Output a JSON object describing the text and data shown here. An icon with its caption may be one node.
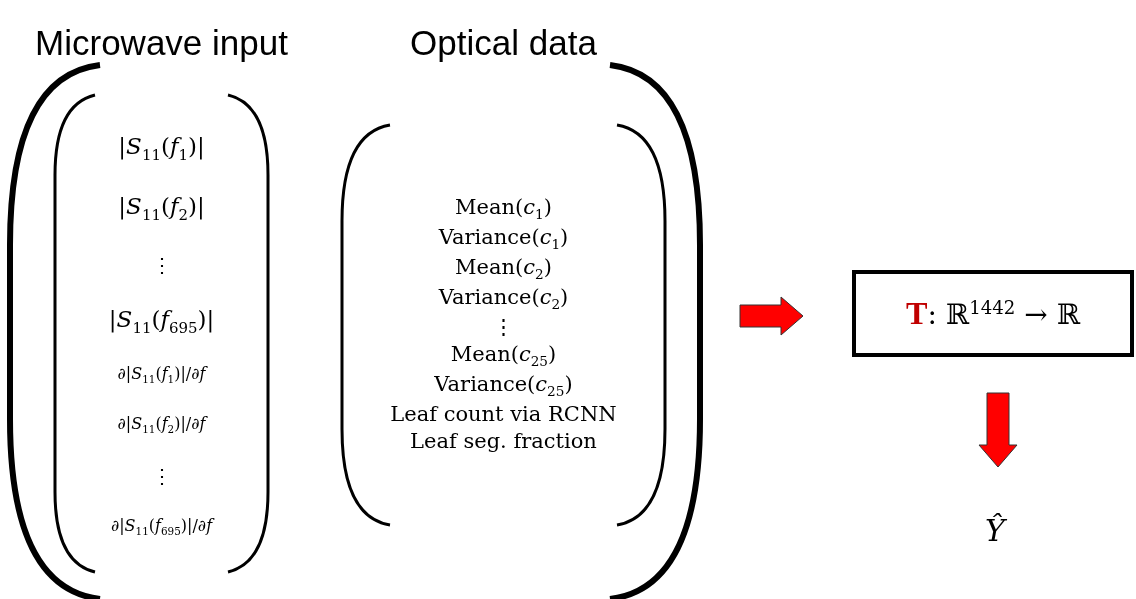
{
  "diagram": {
    "nodes": [
      {
        "text": [],
        "shape": "bracket"
      },
      {
        "text": [
          "Microwave input",
          "|*S*$_{11}$(*f*$_{1}$)|",
          "|*S*$_{11}$(*f*$_{2}$)|",
          "⋮",
          "|*S*$_{11}$(*f*$_{695}$)|",
          "∂|*S*$_{11}$(*f*$_{1}$)|/∂*f*",
          "∂|*S*$_{11}$(*f*$_{2}$)|/∂*f*",
          "⋮",
          "∂|*S*$_{11}$(*f*$_{695}$)|/∂*f*"
        ],
        "in": 0
      },
      {
        "text": [
          "Optical data",
          "Mean(*c*$_{1}$)",
          "Variance(*c*$_{1}$)",
          "Mean(*c*$_{2}$)",
          "Variance(*c*$_{2}$)",
          "⋮",
          "Mean(*c*$_{25}$)",
          "Variance(*c*$_{25}$)",
          "Leaf count via RCNN",
          "Leaf seg. fraction"
        ],
        "in": 0
      },
      {
        "text": [
          "**T**: ℝ$^{1442}$ → ℝ"
        ]
      },
      {
        "text": [
          "Ŷ"
        ]
      }
    ],
    "edges": [
      {
        "from": 0,
        "to": 3,
        "arrow": "to",
        "style": "thick"
      },
      {
        "from": 3,
        "to": 4,
        "arrow": "to",
        "style": "thick"
      }
    ]
  }
}
